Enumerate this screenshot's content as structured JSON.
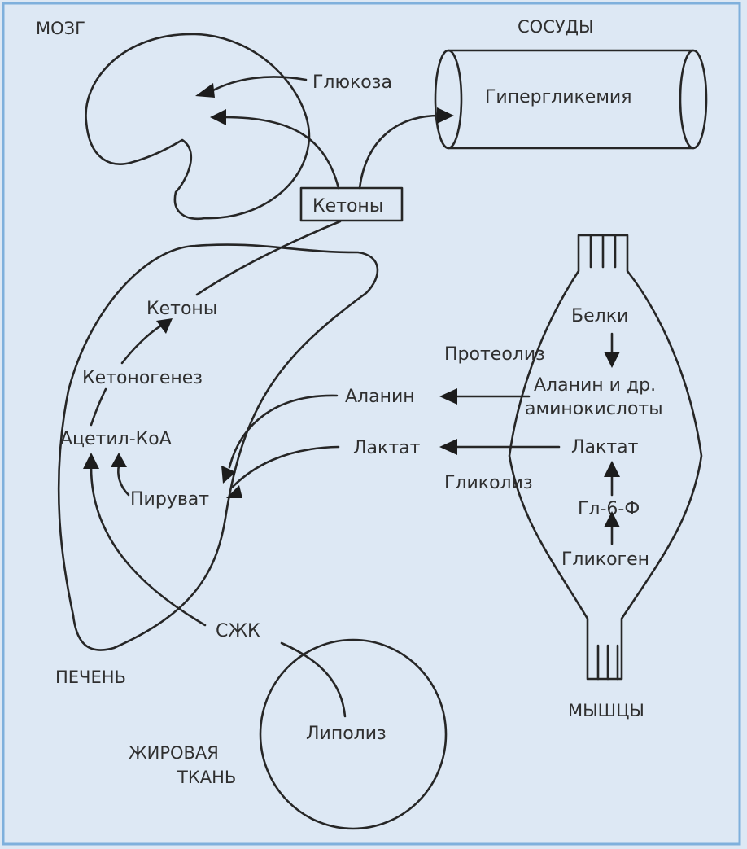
{
  "diagram": {
    "language": "ru",
    "colors": {
      "background": "#dde8f4",
      "frame": "#7fb0dc",
      "ink": "#262626",
      "text": "#2f2f2f"
    },
    "organs": {
      "brain": {
        "caption": "МОЗГ"
      },
      "vessels": {
        "caption": "СОСУДЫ",
        "content": "Гипергликемия"
      },
      "liver": {
        "caption": "ПЕЧЕНЬ"
      },
      "muscle": {
        "caption": "МЫШЦЫ"
      },
      "adipose": {
        "caption_line1": "ЖИРОВАЯ",
        "caption_line2": "ТКАНЬ"
      }
    },
    "nodes": {
      "glucose": "Глюкоза",
      "ketones_box": "Кетоны",
      "liver_ketones": "Кетоны",
      "ketogenesis": "Кетоногенез",
      "acetyl_coa": "Ацетил-КоА",
      "pyruvate": "Пируват",
      "alanine_blood": "Аланин",
      "lactate_blood": "Лактат",
      "proteolysis": "Протеолиз",
      "glycolysis": "Гликолиз",
      "proteins": "Белки",
      "alanine_muscle_line1": "Аланин и др.",
      "alanine_muscle_line2": "аминокислоты",
      "lactate_muscle": "Лактат",
      "g6p": "Гл-6-Ф",
      "glycogen": "Гликоген",
      "ffa": "СЖК",
      "lipolysis": "Липолиз"
    },
    "edges": [
      {
        "from": "Глюкоза",
        "to": "МОЗГ"
      },
      {
        "from": "Кетоны",
        "to": "МОЗГ"
      },
      {
        "from": "Кетоны",
        "to": "СОСУДЫ"
      },
      {
        "from": "Кетоны (печень)",
        "to": "Кетоны"
      },
      {
        "from": "Кетоногенез",
        "to": "Кетоны (печень)"
      },
      {
        "from": "Ацетил-КоА",
        "to": "Кетоногенез"
      },
      {
        "from": "Пируват",
        "to": "Ацетил-КоА"
      },
      {
        "from": "СЖК",
        "to": "Ацетил-КоА"
      },
      {
        "from": "Аланин",
        "to": "Пируват"
      },
      {
        "from": "Лактат",
        "to": "Пируват"
      },
      {
        "from": "Аланин и др. аминокислоты",
        "to": "Аланин"
      },
      {
        "from": "Лактат (мышцы)",
        "to": "Лактат"
      },
      {
        "from": "Белки",
        "to": "Аланин и др. аминокислоты"
      },
      {
        "from": "Гл-6-Ф",
        "to": "Лактат (мышцы)"
      },
      {
        "from": "Гликоген",
        "to": "Гл-6-Ф"
      },
      {
        "from": "Липолиз",
        "to": "СЖК"
      }
    ]
  }
}
